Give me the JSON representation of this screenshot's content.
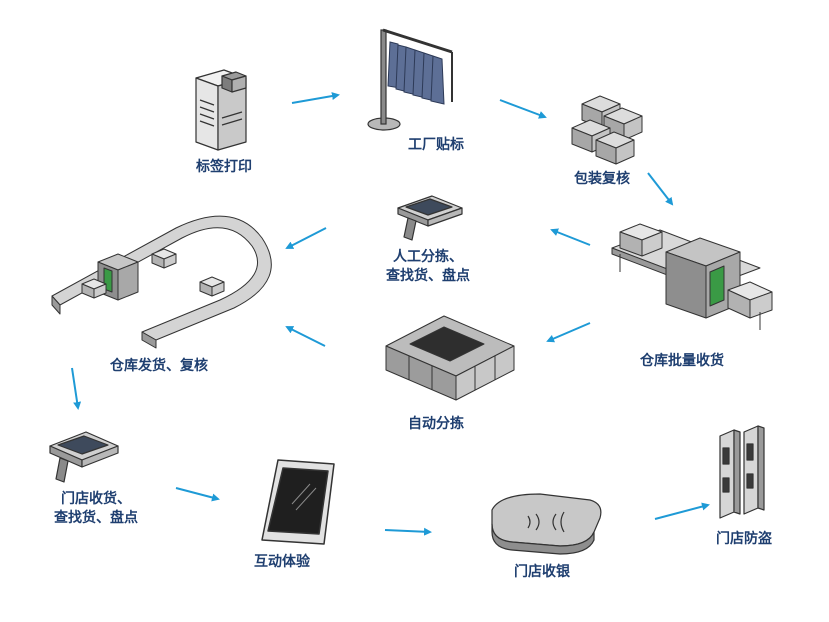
{
  "colors": {
    "arrow": "#1e9ad6",
    "label": "#1f3f70",
    "device_light": "#e3e3e3",
    "device_mid": "#b8b8b8",
    "device_dark": "#6f6f6f",
    "outline": "#333333",
    "clothes": "#5d6f96",
    "rfid_green": "#3a9a45"
  },
  "nodes": {
    "label_print": {
      "label": "标签打印",
      "icon": "printer-icon"
    },
    "factory_tag": {
      "label": "工厂贴标",
      "icon": "clothes-rack-icon"
    },
    "pack_check": {
      "label": "包装复核",
      "icon": "boxes-icon"
    },
    "manual_sort": {
      "line1": "人工分拣、",
      "line2": "查找货、盘点",
      "icon": "handheld-reader-icon"
    },
    "warehouse_receive": {
      "label": "仓库批量收货",
      "icon": "tunnel-reader-conveyor-icon"
    },
    "auto_sort": {
      "label": "自动分拣",
      "icon": "sorting-bins-icon"
    },
    "warehouse_ship": {
      "label": "仓库发货、复核",
      "icon": "u-conveyor-icon"
    },
    "store_receive": {
      "line1": "门店收货、",
      "line2": "查找货、盘点",
      "icon": "handheld-reader-icon"
    },
    "interactive": {
      "label": "互动体验",
      "icon": "tablet-icon"
    },
    "store_checkout": {
      "label": "门店收银",
      "icon": "desktop-reader-icon"
    },
    "store_antitheft": {
      "label": "门店防盗",
      "icon": "eas-gate-icon"
    }
  }
}
